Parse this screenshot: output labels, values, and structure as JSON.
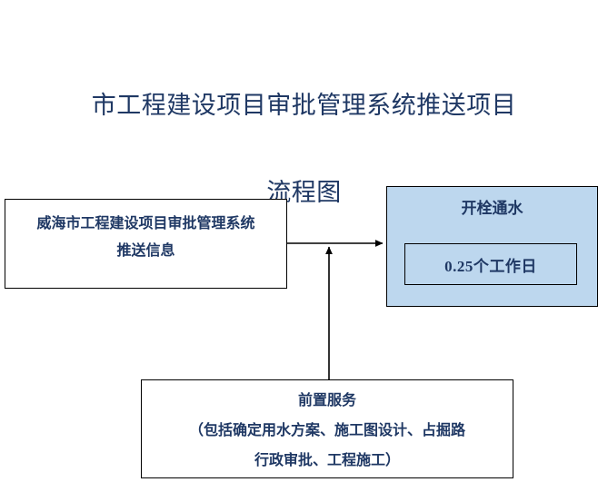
{
  "page": {
    "title_line1": "市工程建设项目审批管理系统推送项目",
    "title_line2": "流程图",
    "background_color": "#FFFFFF",
    "text_color": "#1F3864",
    "accent_fill": "#BDD7EE",
    "border_color": "#000000"
  },
  "nodes": {
    "source": {
      "name": "推送信息节点",
      "line1": "威海市工程建设项目审批管理系统",
      "line2": "推送信息",
      "fill": "#FFFFFF"
    },
    "target": {
      "name": "开栓通水节点",
      "header": "开栓通水",
      "duration": "0.25个工作日",
      "fill": "#BDD7EE"
    },
    "prerequisite": {
      "name": "前置服务节点",
      "line1": "前置服务",
      "line2": "（包括确定用水方案、施工图设计、占掘路",
      "line3": "行政审批、工程施工）",
      "fill": "#FFFFFF"
    }
  },
  "connectors": [
    {
      "id": "source-to-target",
      "label": "",
      "from": "source",
      "to": "target",
      "direction": "right"
    },
    {
      "id": "prerequisite-to-flow",
      "label": "",
      "from": "prerequisite",
      "to": "source-to-target",
      "direction": "up"
    }
  ]
}
